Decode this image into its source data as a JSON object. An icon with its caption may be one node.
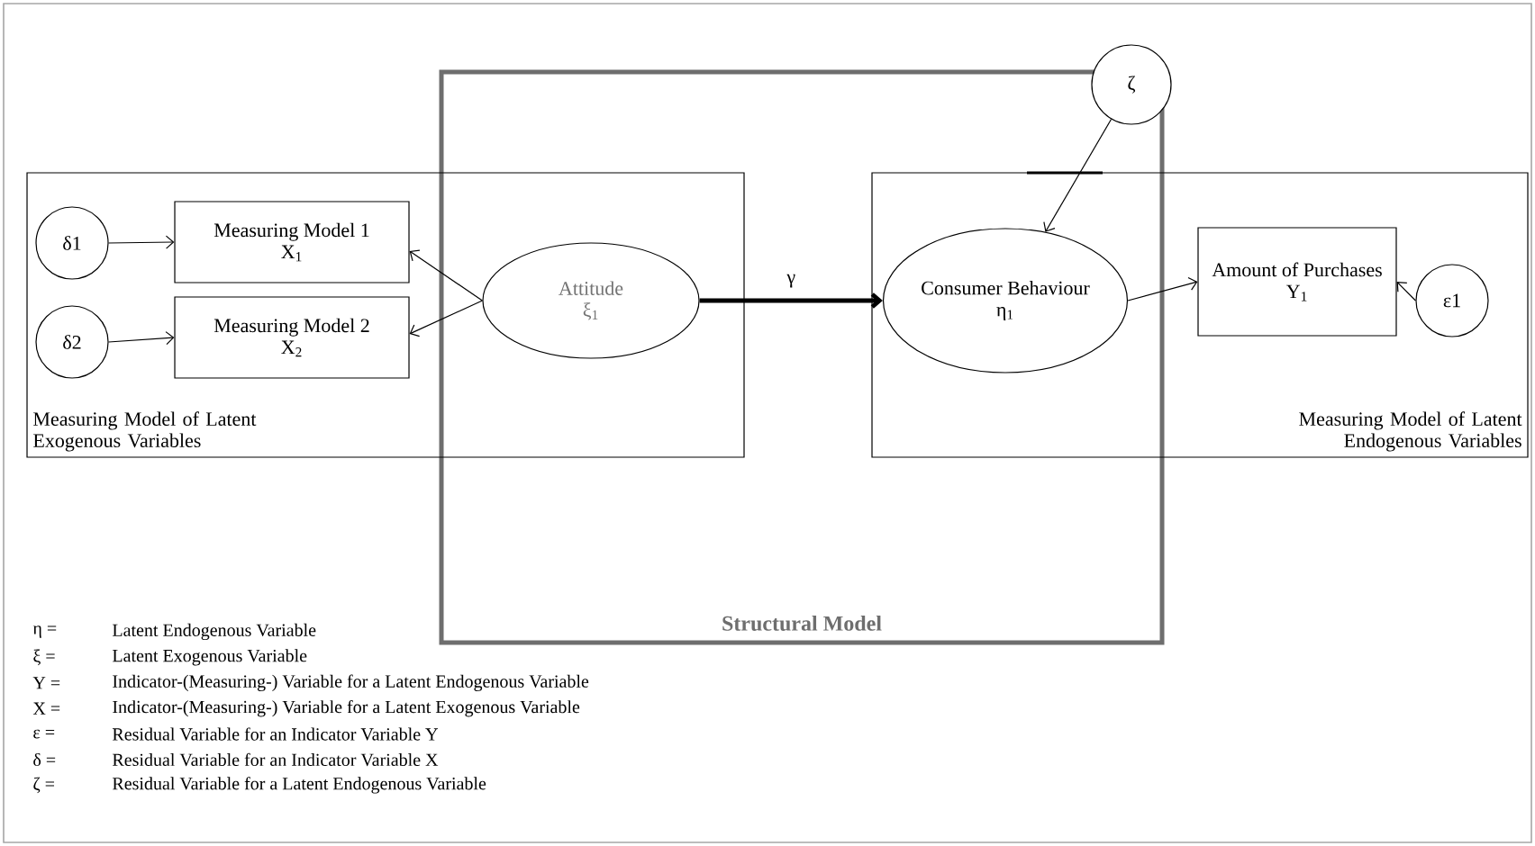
{
  "diagram": {
    "nodes": [
      {
        "text": [
          "Structural Model"
        ]
      },
      {
        "text": [
          "Measuring Model of Latent Exogenous Variables"
        ]
      },
      {
        "text": [
          "δ1"
        ],
        "in": 1
      },
      {
        "text": [
          "Measuring Model 1",
          "X$_{1}$"
        ],
        "in": 1
      },
      {
        "text": [
          "δ2"
        ],
        "in": 1
      },
      {
        "text": [
          "Measuring Model 2",
          "X$_{2}$"
        ],
        "in": 1
      },
      {
        "text": [
          "Attitude",
          "ξ$_{1}$"
        ]
      },
      {
        "text": [
          "ζ"
        ],
        "in": 0
      },
      {
        "text": [
          "Measuring Model of Latent Endogenous Variables"
        ]
      },
      {
        "text": [
          "Consumer Behaviour",
          "η$_{1}$"
        ]
      },
      {
        "text": [
          "Amount of Purchases",
          "Y$_{1}$"
        ],
        "in": 8
      },
      {
        "text": [
          "ε1"
        ],
        "in": 8
      }
    ],
    "edges": [
      {
        "from": 2,
        "to": 3,
        "arrow": "to"
      },
      {
        "from": 4,
        "to": 5,
        "arrow": "to"
      },
      {
        "from": 6,
        "to": 3,
        "arrow": "to"
      },
      {
        "from": 6,
        "to": 5,
        "arrow": "to"
      },
      {
        "from": 6,
        "to": 9,
        "arrow": "to",
        "label": "γ",
        "style": "thick"
      },
      {
        "from": 7,
        "to": 9,
        "arrow": "to"
      },
      {
        "from": 9,
        "to": 10,
        "arrow": "to"
      },
      {
        "from": 11,
        "to": 10,
        "arrow": "to"
      }
    ],
    "labels": [
      "η =",
      "Latent Endogenous Variable",
      "ξ =",
      "Latent Exogenous Variable",
      "Y =",
      "Indicator-(Measuring-) Variable for a Latent Endogenous Variable",
      "X =",
      "Indicator-(Measuring-) Variable for a Latent Exogenous Variable",
      "ε =",
      "Residual Variable for an Indicator Variable Y",
      "δ =",
      "Residual Variable for an Indicator Variable X",
      "ζ =",
      "Residual Variable for a Latent Endogenous Variable"
    ]
  }
}
